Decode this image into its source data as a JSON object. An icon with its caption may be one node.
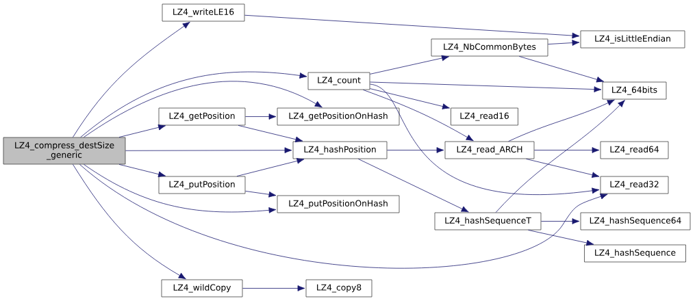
{
  "diagram": {
    "nodes": [
      {
        "text": [
          "LZ4_compress_destSize _generic"
        ]
      },
      {
        "text": [
          "LZ4_writeLE16"
        ]
      },
      {
        "text": [
          "LZ4_count"
        ]
      },
      {
        "text": [
          "LZ4_getPosition"
        ]
      },
      {
        "text": [
          "LZ4_getPositionOnHash"
        ]
      },
      {
        "text": [
          "LZ4_hashPosition"
        ]
      },
      {
        "text": [
          "LZ4_putPosition"
        ]
      },
      {
        "text": [
          "LZ4_putPositionOnHash"
        ]
      },
      {
        "text": [
          "LZ4_wildCopy"
        ]
      },
      {
        "text": [
          "LZ4_copy8"
        ]
      },
      {
        "text": [
          "LZ4_NbCommonBytes"
        ]
      },
      {
        "text": [
          "LZ4_isLittleEndian"
        ]
      },
      {
        "text": [
          "LZ4_64bits"
        ]
      },
      {
        "text": [
          "LZ4_read16"
        ]
      },
      {
        "text": [
          "LZ4_read_ARCH"
        ]
      },
      {
        "text": [
          "LZ4_read64"
        ]
      },
      {
        "text": [
          "LZ4_read32"
        ]
      },
      {
        "text": [
          "LZ4_hashSequenceT"
        ]
      },
      {
        "text": [
          "LZ4_hashSequence64"
        ]
      },
      {
        "text": [
          "LZ4_hashSequence"
        ]
      }
    ],
    "edges": [
      {
        "from": 0,
        "to": 1,
        "arrow": "to"
      },
      {
        "from": 0,
        "to": 2,
        "arrow": "to"
      },
      {
        "from": 0,
        "to": 4,
        "arrow": "to"
      },
      {
        "from": 0,
        "to": 3,
        "arrow": "to"
      },
      {
        "from": 0,
        "to": 5,
        "arrow": "to"
      },
      {
        "from": 0,
        "to": 6,
        "arrow": "to"
      },
      {
        "from": 0,
        "to": 7,
        "arrow": "to"
      },
      {
        "from": 0,
        "to": 16,
        "arrow": "to"
      },
      {
        "from": 0,
        "to": 8,
        "arrow": "to"
      },
      {
        "from": 1,
        "to": 11,
        "arrow": "to"
      },
      {
        "from": 2,
        "to": 10,
        "arrow": "to"
      },
      {
        "from": 2,
        "to": 12,
        "arrow": "to"
      },
      {
        "from": 2,
        "to": 13,
        "arrow": "to"
      },
      {
        "from": 2,
        "to": 14,
        "arrow": "to"
      },
      {
        "from": 2,
        "to": 16,
        "arrow": "to"
      },
      {
        "from": 3,
        "to": 4,
        "arrow": "to"
      },
      {
        "from": 3,
        "to": 5,
        "arrow": "to"
      },
      {
        "from": 5,
        "to": 14,
        "arrow": "to"
      },
      {
        "from": 5,
        "to": 17,
        "arrow": "to"
      },
      {
        "from": 6,
        "to": 5,
        "arrow": "to"
      },
      {
        "from": 6,
        "to": 7,
        "arrow": "to"
      },
      {
        "from": 8,
        "to": 9,
        "arrow": "to"
      },
      {
        "from": 10,
        "to": 11,
        "arrow": "to"
      },
      {
        "from": 10,
        "to": 12,
        "arrow": "to"
      },
      {
        "from": 14,
        "to": 12,
        "arrow": "to"
      },
      {
        "from": 14,
        "to": 15,
        "arrow": "to"
      },
      {
        "from": 14,
        "to": 16,
        "arrow": "to"
      },
      {
        "from": 17,
        "to": 12,
        "arrow": "to"
      },
      {
        "from": 17,
        "to": 18,
        "arrow": "to"
      },
      {
        "from": 17,
        "to": 19,
        "arrow": "to"
      }
    ]
  }
}
